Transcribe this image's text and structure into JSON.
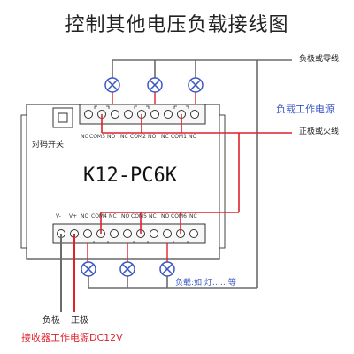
{
  "title": "控制其他电压负载接线图",
  "model": "K12-PC6K",
  "labels": {
    "neg_or_neutral": "负极或零线",
    "load_power": "负载工作电源",
    "pos_or_live": "正极或火线",
    "dip_switch": "对码开关",
    "load_example": "负载:如 灯……等",
    "neg": "负极",
    "pos": "正极",
    "receiver_power": "接收器工作电源DC12V"
  },
  "terminals_top": [
    "NC",
    "COM3",
    "NO",
    "NC",
    "COM2",
    "NO",
    "NC",
    "COM1",
    "NO"
  ],
  "terminals_bottom": [
    "V-",
    "V+",
    "NO",
    "COM4",
    "NC",
    "NO",
    "COM5",
    "NC",
    "NO",
    "COM6",
    "NC"
  ],
  "colors": {
    "red": "#e0212b",
    "gray": "#6b6b6b",
    "blue": "#3b57c4",
    "dark": "#222222"
  }
}
